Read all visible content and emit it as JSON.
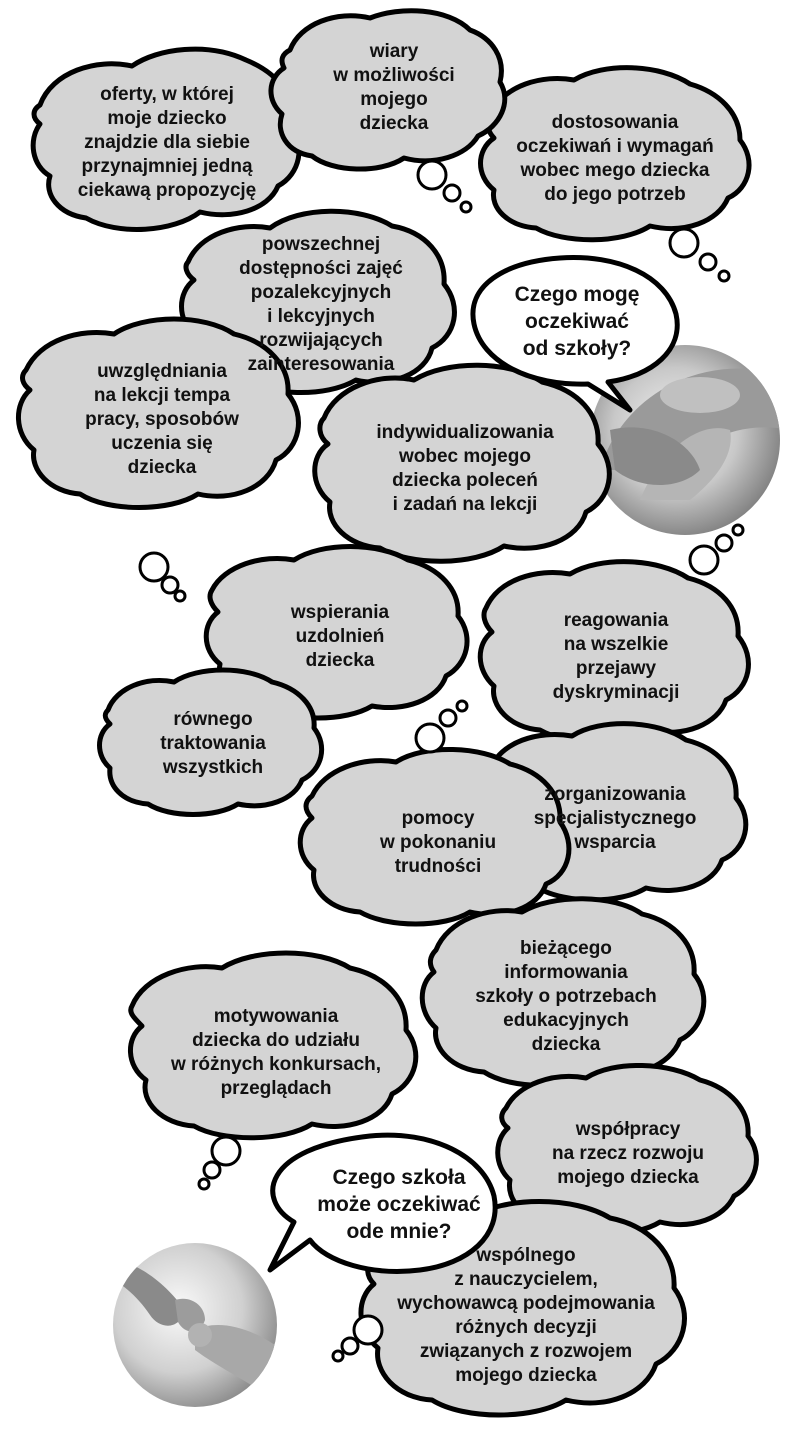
{
  "section_parent_expectations": {
    "question": "Czego mogę\noczekiwać\nod szkoły?",
    "bubbles": [
      {
        "id": "offer",
        "text": "oferty, w której\nmoje dziecko\nznajdzie dla siebie\nprzynajmniej jedną\nciekawą propozycję"
      },
      {
        "id": "faith",
        "text": "wiary\nw możliwości\nmojego\ndziecka"
      },
      {
        "id": "adjust",
        "text": "dostosowania\noczekiwań i wymagań\nwobec mego dziecka\ndo jego potrzeb"
      },
      {
        "id": "access",
        "text": "powszechnej\ndostępności zajęć\npozalekcyjnych\ni lekcyjnych\nrozwijających\nzainteresowania"
      },
      {
        "id": "tempo",
        "text": "uwzględniania\nna lekcji tempa\npracy, sposobów\nuczenia się\ndziecka"
      },
      {
        "id": "individual",
        "text": "indywidualizowania\nwobec mojego\ndziecka poleceń\ni zadań na lekcji"
      },
      {
        "id": "talents",
        "text": "wspierania\nuzdolnień\ndziecka"
      },
      {
        "id": "discrimination",
        "text": "reagowania\nna wszelkie\nprzejawy\ndyskryminacji"
      },
      {
        "id": "equal",
        "text": "równego\ntraktowania\nwszystkich"
      },
      {
        "id": "help",
        "text": "pomocy\nw pokonaniu\ntrudności"
      },
      {
        "id": "specialist",
        "text": "zorganizowania\nspecjalistycznego\nwsparcia"
      }
    ]
  },
  "section_school_expectations": {
    "question": "Czego szkoła\nmoże oczekiwać\node mnie?",
    "bubbles": [
      {
        "id": "motivate",
        "text": "motywowania\ndziecka do udziału\nw różnych konkursach,\nprzeglądach"
      },
      {
        "id": "inform",
        "text": "bieżącego\ninformowania\nszkoły o potrzebach\nedukacyjnych\ndziecka"
      },
      {
        "id": "cooperate",
        "text": "współpracy\nna rzecz rozwoju\nmojego dziecka"
      },
      {
        "id": "decide",
        "text": "wspólnego\nz nauczycielem,\nwychowawcą podejmowania\nróżnych decyzji\nzwiązanych z rozwojem\nmojego dziecka"
      }
    ]
  },
  "colors": {
    "bubble_fill": "#d4d4d4",
    "question_fill": "#ffffff",
    "outline": "#000000"
  },
  "images": [
    {
      "id": "photo-holding-hands",
      "icon": "holding-hands-photo"
    },
    {
      "id": "photo-finger-grip",
      "icon": "finger-grip-photo"
    }
  ]
}
